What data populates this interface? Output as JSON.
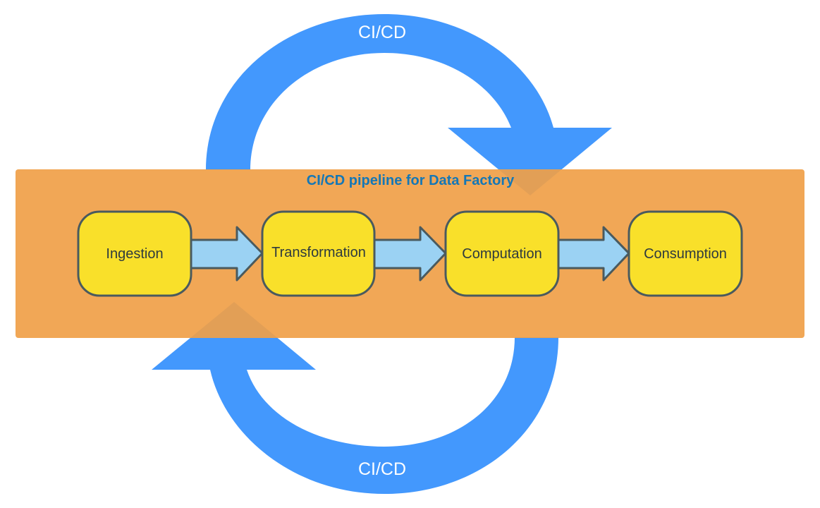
{
  "diagram": {
    "top_cycle": {
      "label": "CI/CD",
      "direction": "clockwise"
    },
    "bottom_cycle": {
      "label": "CI/CD",
      "direction": "clockwise"
    },
    "pipeline": {
      "title": "CI/CD pipeline for Data Factory",
      "stages": [
        {
          "label": "Ingestion"
        },
        {
          "label": "Transformation"
        },
        {
          "label": "Computation"
        },
        {
          "label": "Consumption"
        }
      ]
    },
    "colors": {
      "cycle_arrow": "#4398FD",
      "panel": "#F0A048",
      "panel_title": "#1477B6",
      "stage_fill": "#F9E02A",
      "stage_stroke": "#4A5A5E",
      "flow_arrow": "#9BD2F3",
      "text_dark": "#2E3A3E"
    }
  }
}
